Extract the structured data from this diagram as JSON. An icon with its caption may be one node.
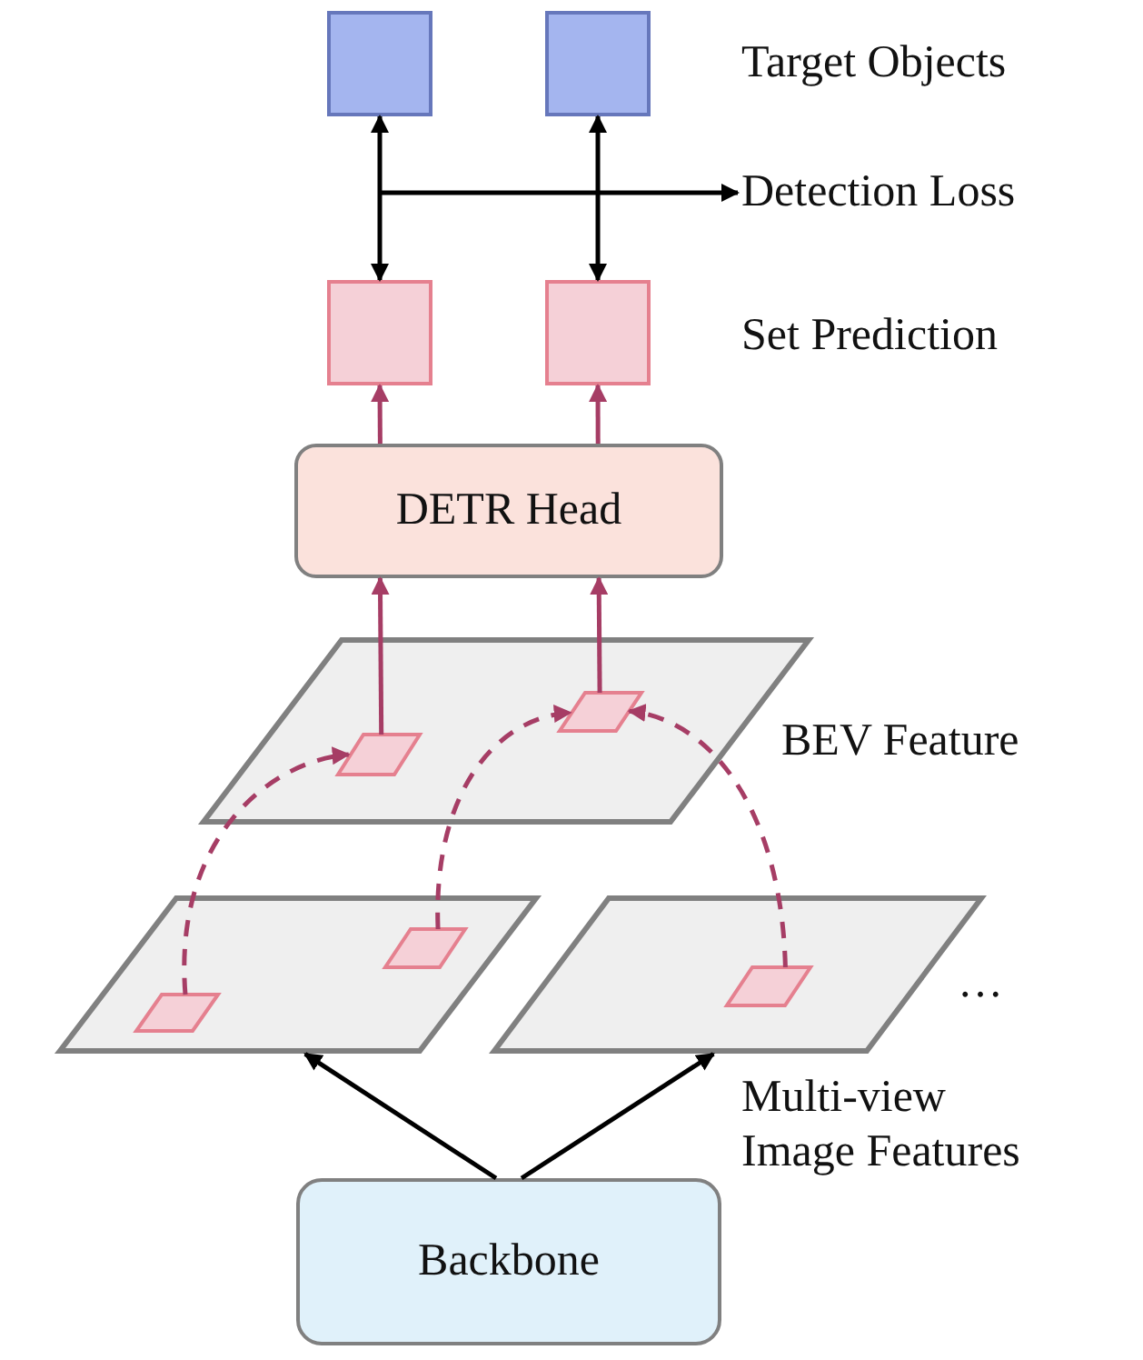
{
  "diagram": {
    "nodes": [
      {
        "text": [],
        "shape": "box"
      },
      {
        "text": [],
        "shape": "box",
        "beside": [
          "Target Objects"
        ]
      },
      {
        "text": [],
        "shape": "box"
      },
      {
        "text": [],
        "shape": "box",
        "beside": [
          "Set Prediction"
        ]
      },
      {
        "text": [
          "DETR Head"
        ]
      },
      {
        "text": [],
        "shape": "parallelogram",
        "beside": [
          "BEV Feature"
        ]
      },
      {
        "text": [],
        "shape": "parallelogram",
        "in": 5
      },
      {
        "text": [],
        "shape": "parallelogram",
        "in": 5
      },
      {
        "text": [],
        "shape": "parallelogram"
      },
      {
        "text": [],
        "shape": "parallelogram",
        "beside": [
          "Multi-view Image Features"
        ]
      },
      {
        "text": [],
        "shape": "parallelogram",
        "in": 8
      },
      {
        "text": [],
        "shape": "parallelogram",
        "in": 8
      },
      {
        "text": [],
        "shape": "parallelogram",
        "in": 9
      },
      {
        "text": [
          "Backbone"
        ]
      },
      {
        "text": [
          "Detection Loss"
        ]
      }
    ],
    "edges": [
      {
        "from": 0,
        "to": 2,
        "arrow": "both",
        "color": "#000000"
      },
      {
        "from": 1,
        "to": 3,
        "arrow": "both",
        "color": "#000000"
      },
      {
        "from": null,
        "to": 14,
        "arrow": "to",
        "color": "#000000"
      },
      {
        "from": 4,
        "to": 2,
        "arrow": "to",
        "color": "#a63d65"
      },
      {
        "from": 4,
        "to": 3,
        "arrow": "to",
        "color": "#a63d65"
      },
      {
        "from": 6,
        "to": 4,
        "arrow": "to",
        "color": "#a63d65"
      },
      {
        "from": 7,
        "to": 4,
        "arrow": "to",
        "color": "#a63d65"
      },
      {
        "from": 10,
        "to": 6,
        "arrow": "to",
        "style": "dashed",
        "color": "#a63d65"
      },
      {
        "from": 11,
        "to": 7,
        "arrow": "to",
        "style": "dashed",
        "color": "#a63d65"
      },
      {
        "from": 12,
        "to": 7,
        "arrow": "to",
        "style": "dashed",
        "color": "#a63d65"
      },
      {
        "from": 13,
        "to": 8,
        "arrow": "to",
        "color": "#000000"
      },
      {
        "from": 13,
        "to": 9,
        "arrow": "to",
        "color": "#000000"
      }
    ],
    "labels": [
      "…"
    ]
  }
}
